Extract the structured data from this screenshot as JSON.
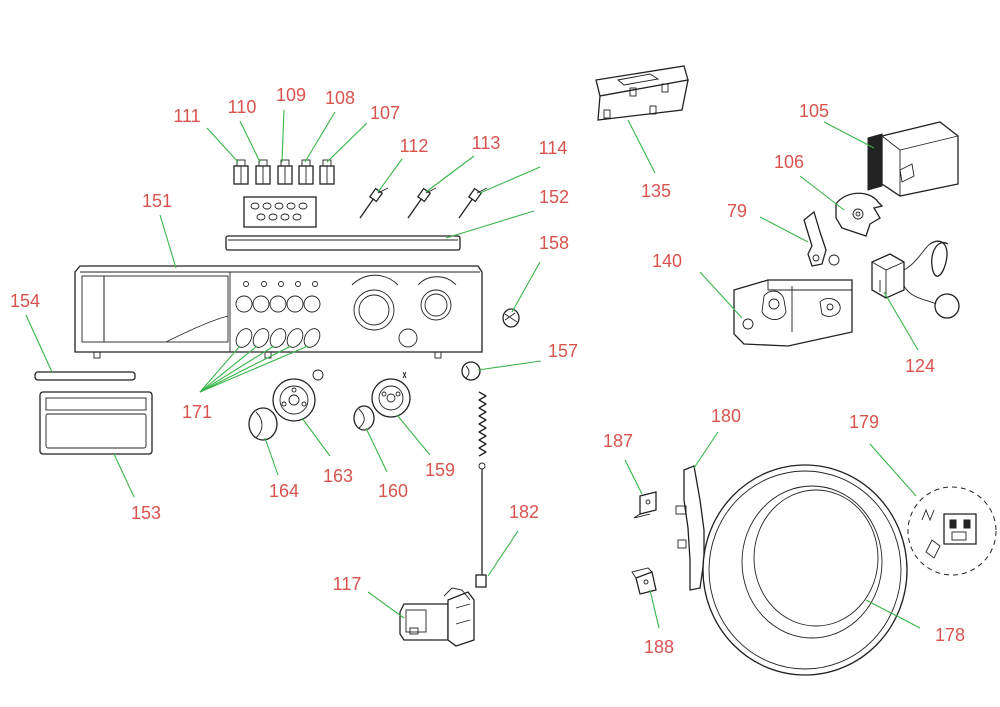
{
  "colors": {
    "label": "#d9534f",
    "leader": "#39b54a",
    "part": "#222222"
  },
  "callouts": [
    {
      "id": "111",
      "text": "111"
    },
    {
      "id": "110",
      "text": "110"
    },
    {
      "id": "109",
      "text": "109"
    },
    {
      "id": "108",
      "text": "108"
    },
    {
      "id": "107",
      "text": "107"
    },
    {
      "id": "112",
      "text": "112"
    },
    {
      "id": "113",
      "text": "113"
    },
    {
      "id": "114",
      "text": "114"
    },
    {
      "id": "151",
      "text": "151"
    },
    {
      "id": "152",
      "text": "152"
    },
    {
      "id": "158",
      "text": "158"
    },
    {
      "id": "154",
      "text": "154"
    },
    {
      "id": "157",
      "text": "157"
    },
    {
      "id": "171",
      "text": "171"
    },
    {
      "id": "153",
      "text": "153"
    },
    {
      "id": "164",
      "text": "164"
    },
    {
      "id": "163",
      "text": "163"
    },
    {
      "id": "160",
      "text": "160"
    },
    {
      "id": "159",
      "text": "159"
    },
    {
      "id": "182",
      "text": "182"
    },
    {
      "id": "117",
      "text": "117"
    },
    {
      "id": "135",
      "text": "135"
    },
    {
      "id": "105",
      "text": "105"
    },
    {
      "id": "106",
      "text": "106"
    },
    {
      "id": "79",
      "text": "79"
    },
    {
      "id": "140",
      "text": "140"
    },
    {
      "id": "124",
      "text": "124"
    },
    {
      "id": "187",
      "text": "187"
    },
    {
      "id": "180",
      "text": "180"
    },
    {
      "id": "179",
      "text": "179"
    },
    {
      "id": "188",
      "text": "188"
    },
    {
      "id": "178",
      "text": "178"
    }
  ]
}
